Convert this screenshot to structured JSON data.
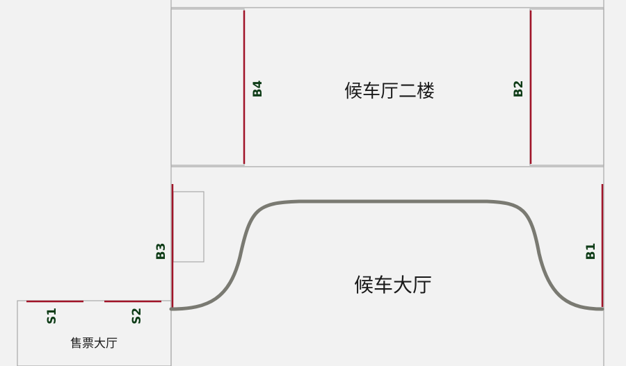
{
  "rooms": {
    "second_floor": "候车厅二楼",
    "main_hall": "候车大厅",
    "ticket_hall": "售票大厅"
  },
  "doors": {
    "b1": "B1",
    "b2": "B2",
    "b3": "B3",
    "b4": "B4",
    "s1": "S1",
    "s2": "S2"
  },
  "colors": {
    "background": "#f2f2f2",
    "wall": "#a8a8a8",
    "door": "#a01428",
    "path": "#7a7a72",
    "label": "#0d3b16"
  }
}
